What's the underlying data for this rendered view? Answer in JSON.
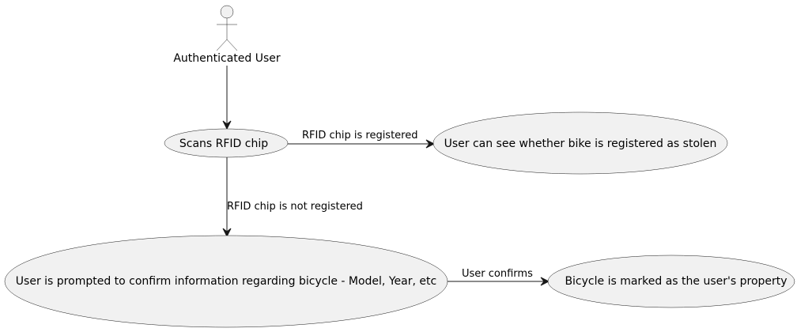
{
  "actor": {
    "label": "Authenticated User"
  },
  "use_cases": {
    "scan": {
      "label": "Scans RFID chip"
    },
    "see_stolen": {
      "label": "User can see whether bike is registered as stolen"
    },
    "confirm_info": {
      "label": "User is prompted to confirm information regarding bicycle - Model, Year, etc"
    },
    "marked_property": {
      "label": "Bicycle is marked as the user's property"
    }
  },
  "edges": {
    "registered": {
      "label": "RFID chip is registered"
    },
    "not_registered": {
      "label": "RFID chip is not registered"
    },
    "confirms": {
      "label": "User confirms"
    }
  },
  "colors": {
    "node_fill": "#f1f1f1",
    "stroke": "#181818"
  }
}
